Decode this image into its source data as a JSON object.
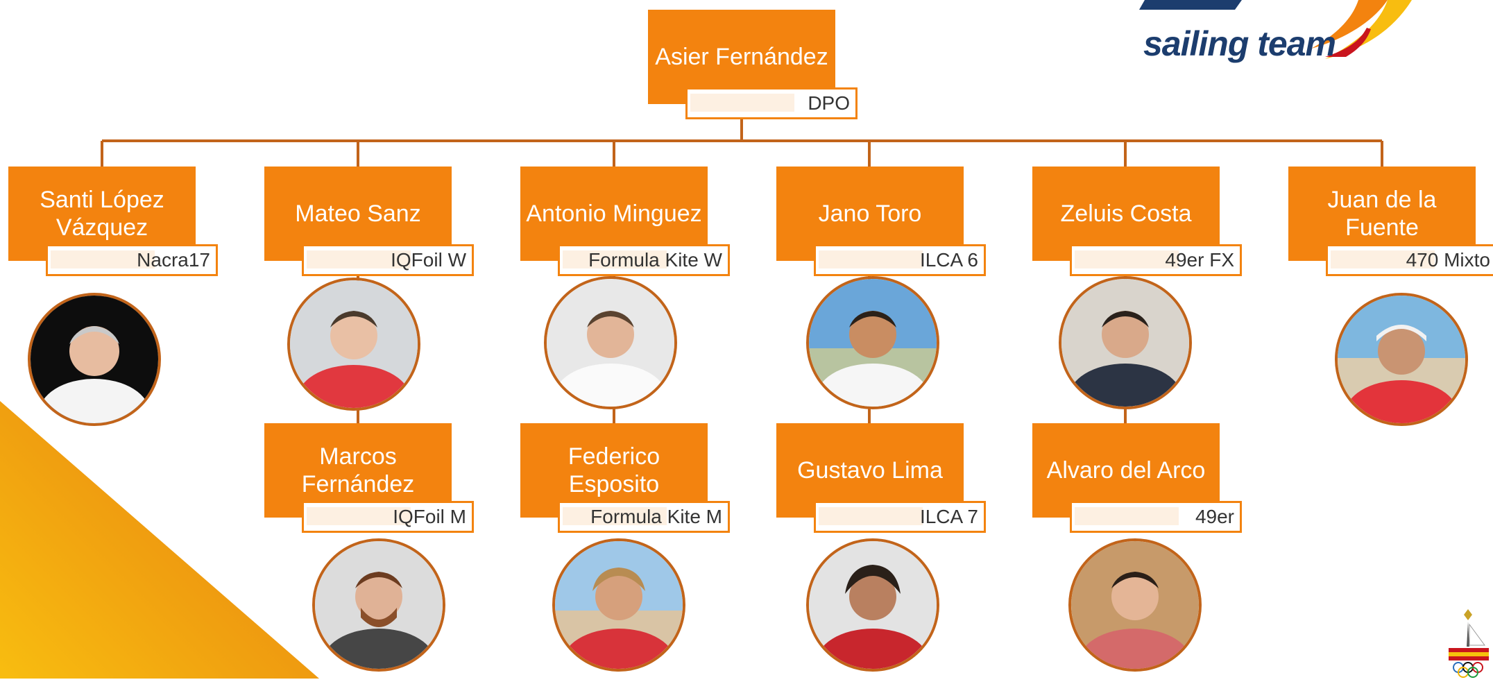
{
  "logo": {
    "text": "sailing team"
  },
  "colors": {
    "accent": "#f3830f",
    "connector": "#c2641a",
    "brand_navy": "#1c3d6e"
  },
  "root": {
    "name": "Asier Fernández",
    "role": "DPO"
  },
  "coaches": [
    {
      "name": "Santi López Vázquez",
      "role": "Nacra17"
    },
    {
      "name": "Mateo Sanz",
      "role": "IQFoil W"
    },
    {
      "name": "Antonio Minguez",
      "role": "Formula Kite W"
    },
    {
      "name": "Jano Toro",
      "role": "ILCA 6"
    },
    {
      "name": "Zeluis Costa",
      "role": "49er FX"
    },
    {
      "name": "Juan de la Fuente",
      "role": "470 Mixto"
    },
    {
      "name": "Marcos Fernández",
      "role": "IQFoil M"
    },
    {
      "name": "Federico Esposito",
      "role": "Formula Kite M"
    },
    {
      "name": "Gustavo Lima",
      "role": "ILCA 7"
    },
    {
      "name": "Alvaro del Arco",
      "role": "49er"
    }
  ]
}
